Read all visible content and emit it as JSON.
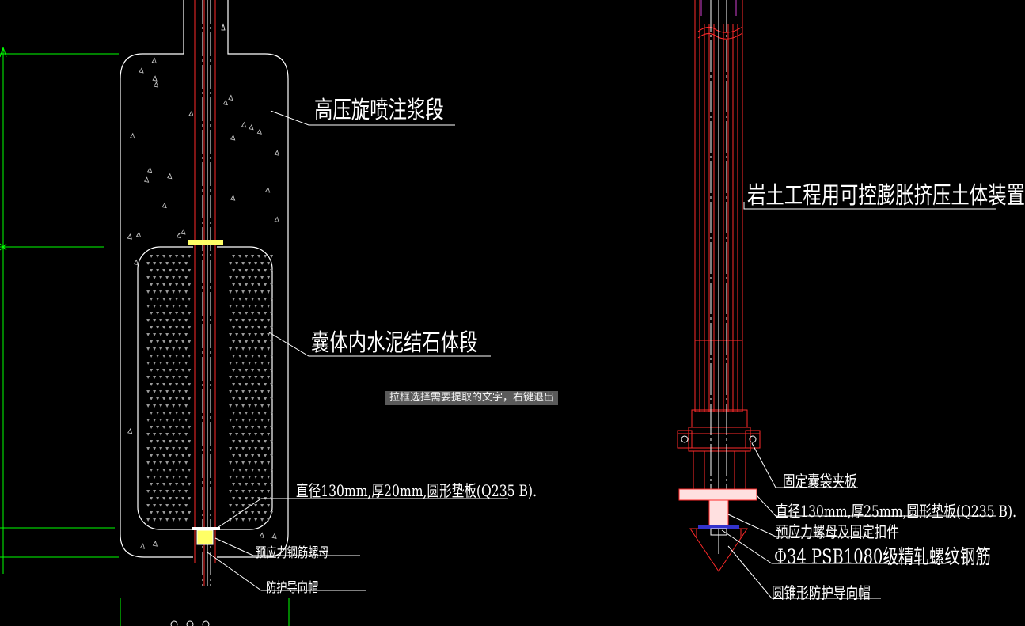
{
  "labels": {
    "grout_section": "高压旋喷注浆段",
    "device_title": "岩土工程用可控膨胀挤压土体装置",
    "capsule_section": "囊体内水泥结石体段",
    "left_plate": "直径130mm,厚20mm,圆形垫板(Q235 B).",
    "left_nut": "预应力钢筋螺母",
    "left_cap": "防护导向帽",
    "clamp_plate": "固定囊袋夹板",
    "right_plate": "直径130mm,厚25mm,圆形垫板(Q235 B).",
    "right_nut": "预应力螺母及固定扣件",
    "rebar": "Φ34 PSB1080级精轧螺纹钢筋",
    "cone_cap": "圆锥形防护导向帽"
  },
  "tooltip": "拉框选择需要提取的文字，右键退出",
  "colors": {
    "background": "#000000",
    "outline": "#ffffff",
    "rod": "#ff2a2a",
    "dimension": "#00ff00",
    "plate": "#ffff66",
    "tooltip_bg": "#5a5a5a"
  }
}
